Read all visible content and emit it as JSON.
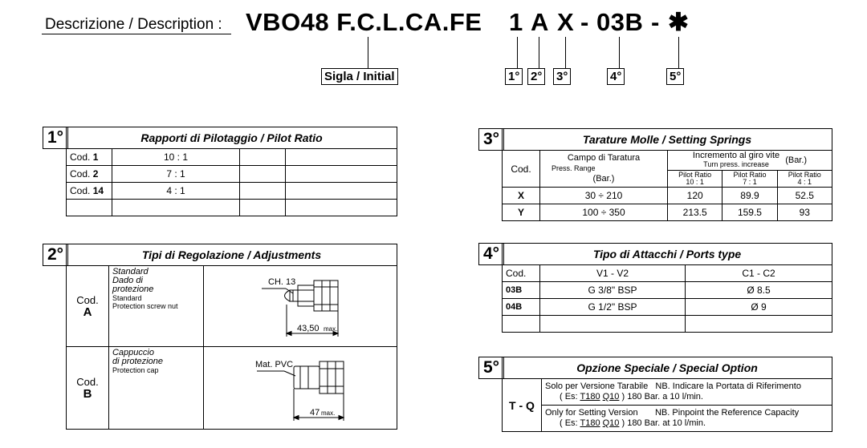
{
  "header": {
    "label": "Descrizione / Description :",
    "model": "VBO48 F.C.L.CA.FE",
    "codes": [
      "1",
      "A",
      "X",
      "-",
      "03B",
      "-",
      "✱"
    ],
    "initial_box": "Sigla / Initial",
    "position_boxes": [
      "1°",
      "2°",
      "3°",
      "4°",
      "5°"
    ]
  },
  "sec1": {
    "num": "1°",
    "title": "Rapporti di Pilotaggio / Pilot Ratio",
    "rows": [
      {
        "cod": "Cod.",
        "n": "1",
        "ratio": "10 : 1"
      },
      {
        "cod": "Cod.",
        "n": "2",
        "ratio": "7 : 1"
      },
      {
        "cod": "Cod.",
        "n": "14",
        "ratio": "4 : 1"
      }
    ]
  },
  "sec2": {
    "num": "2°",
    "title": "Tipi di Regolazione / Adjustments",
    "a": {
      "cod": "Cod.",
      "letter": "A",
      "it": [
        "Standard",
        "Dado di",
        "protezione"
      ],
      "en": [
        "Standard",
        "Protection screw nut"
      ],
      "callout": "CH. 13",
      "dim": "43,50",
      "dim_unit": "max."
    },
    "b": {
      "cod": "Cod.",
      "letter": "B",
      "it": [
        "Cappuccio",
        "di protezione"
      ],
      "en": [
        "Protection cap"
      ],
      "callout": "Mat. PVC",
      "dim": "47",
      "dim_unit": "max."
    }
  },
  "sec3": {
    "num": "3°",
    "title": "Tarature Molle / Setting Springs",
    "h_cod": "Cod.",
    "h_range_it": "Campo di Taratura",
    "h_range_en": "Press. Range",
    "h_range_unit": "(Bar.)",
    "h_incr_it": "Incremento al giro vite",
    "h_incr_en": "Turn press. increase",
    "h_incr_unit": "(Bar.)",
    "pilot_label": "Pilot Ratio",
    "pilot_ratios": [
      "10 : 1",
      "7 : 1",
      "4 : 1"
    ],
    "rows": [
      {
        "cod": "X",
        "range": "30 ÷ 210",
        "vals": [
          "120",
          "89.9",
          "52.5"
        ]
      },
      {
        "cod": "Y",
        "range": "100 ÷ 350",
        "vals": [
          "213.5",
          "159.5",
          "93"
        ]
      }
    ]
  },
  "sec4": {
    "num": "4°",
    "title": "Tipo di Attacchi / Ports type",
    "h_cod": "Cod.",
    "h_v": "V1 - V2",
    "h_c": "C1 - C2",
    "rows": [
      {
        "cod": "03B",
        "v": "G 3/8\" BSP",
        "c": "Ø 8.5"
      },
      {
        "cod": "04B",
        "v": "G 1/2\" BSP",
        "c": "Ø 9"
      }
    ]
  },
  "sec5": {
    "num": "5°",
    "title": "Opzione Speciale / Special Option",
    "code": "T - Q",
    "it_line1_a": "Solo per Versione Tarabile",
    "it_line1_b": "NB. Indicare la Portata di Riferimento",
    "it_line2_pre": "( Es: ",
    "ex_t": "T180",
    "ex_q": "Q10",
    "it_line2_post": " )  180 Bar. a 10 l/min.",
    "en_line1_a": "Only for Setting Version",
    "en_line1_b": "NB. Pinpoint the Reference Capacity",
    "en_line2_post": " )  180 Bar. at 10 l/min."
  }
}
